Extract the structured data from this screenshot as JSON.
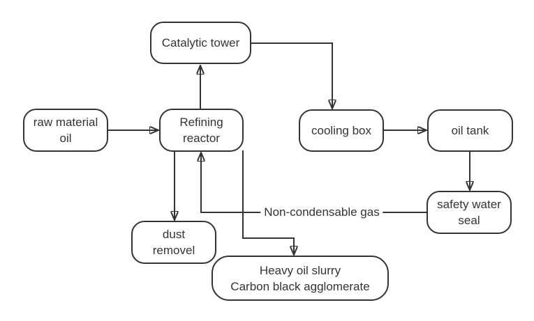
{
  "colors": {
    "line": "#333333",
    "text": "#333333",
    "node_fill": "#ffffff",
    "background": "#ffffff"
  },
  "nodes": {
    "raw_material_oil": {
      "label": "raw material\noil"
    },
    "refining_reactor": {
      "label": "Refining\nreactor"
    },
    "catalytic_tower": {
      "label": "Catalytic tower"
    },
    "cooling_box": {
      "label": "cooling box"
    },
    "oil_tank": {
      "label": "oil tank"
    },
    "safety_water_seal": {
      "label": "safety water\nseal"
    },
    "dust_removel": {
      "label": "dust\nremovel"
    },
    "heavy_oil_slurry": {
      "label": "Heavy oil slurry\nCarbon black agglomerate"
    }
  },
  "edges": [
    {
      "from": "raw_material_oil",
      "to": "refining_reactor"
    },
    {
      "from": "refining_reactor",
      "to": "catalytic_tower"
    },
    {
      "from": "catalytic_tower",
      "to": "cooling_box"
    },
    {
      "from": "cooling_box",
      "to": "oil_tank"
    },
    {
      "from": "oil_tank",
      "to": "safety_water_seal"
    },
    {
      "from": "safety_water_seal",
      "to": "refining_reactor",
      "label": "Non-condensable gas"
    },
    {
      "from": "refining_reactor",
      "to": "dust_removel"
    },
    {
      "from": "refining_reactor",
      "to": "heavy_oil_slurry"
    }
  ]
}
